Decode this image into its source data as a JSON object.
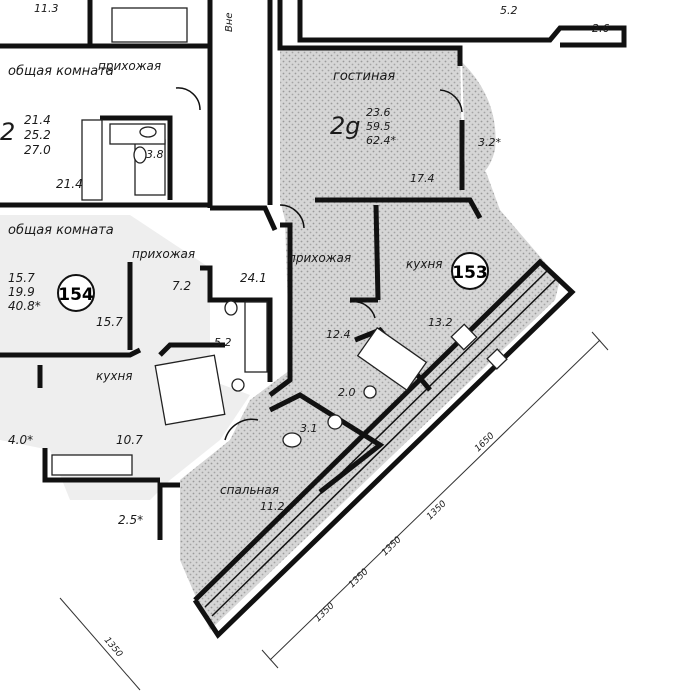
{
  "apartments": [
    {
      "id": "153",
      "type": "2g",
      "areas": [
        "23.6",
        "59.5",
        "62.4*"
      ],
      "rooms": [
        {
          "name": "гостиная",
          "area": "17.4"
        },
        {
          "name": "прихожая",
          "area": "12.4"
        },
        {
          "name": "кухня",
          "area": "13.2"
        },
        {
          "name": "спальная",
          "area": "11.2"
        }
      ],
      "wet_areas": [
        "2.0",
        "3.1"
      ],
      "balconies": [
        "3.2*"
      ]
    },
    {
      "id": "154",
      "areas": [
        "15.7",
        "19.9",
        "40.8*"
      ],
      "rooms": [
        {
          "name": "общая комната",
          "area": "15.7"
        },
        {
          "name": "прихожая",
          "area": "7.2"
        },
        {
          "name": "кухня",
          "area": "10.7"
        }
      ],
      "wet_areas": [
        "5.2"
      ],
      "balconies": [
        "4.0*",
        "2.5*"
      ]
    },
    {
      "id": "top-left",
      "type": "2",
      "areas": [
        "21.4",
        "25.2",
        "27.0"
      ],
      "rooms": [
        {
          "name": "общая комната",
          "area": "21.4"
        },
        {
          "name": "прихожая",
          "area": ""
        }
      ],
      "wet_areas": [
        "3.8"
      ]
    }
  ],
  "shared": {
    "corridor_area": "24.1",
    "corridor_text": "Вне",
    "fragments": [
      "11.3",
      "5.2",
      "2.6"
    ]
  },
  "dimensions": [
    "1650",
    "1350",
    "1350",
    "1350",
    "1350",
    "1350"
  ]
}
